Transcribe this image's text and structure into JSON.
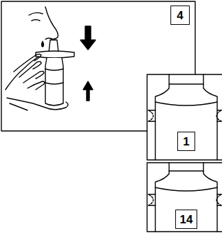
{
  "diagram": {
    "nodes": [
      {
        "text": [
          "4"
        ]
      },
      {
        "text": [
          "1"
        ]
      },
      {
        "text": [
          "14"
        ]
      }
    ]
  }
}
